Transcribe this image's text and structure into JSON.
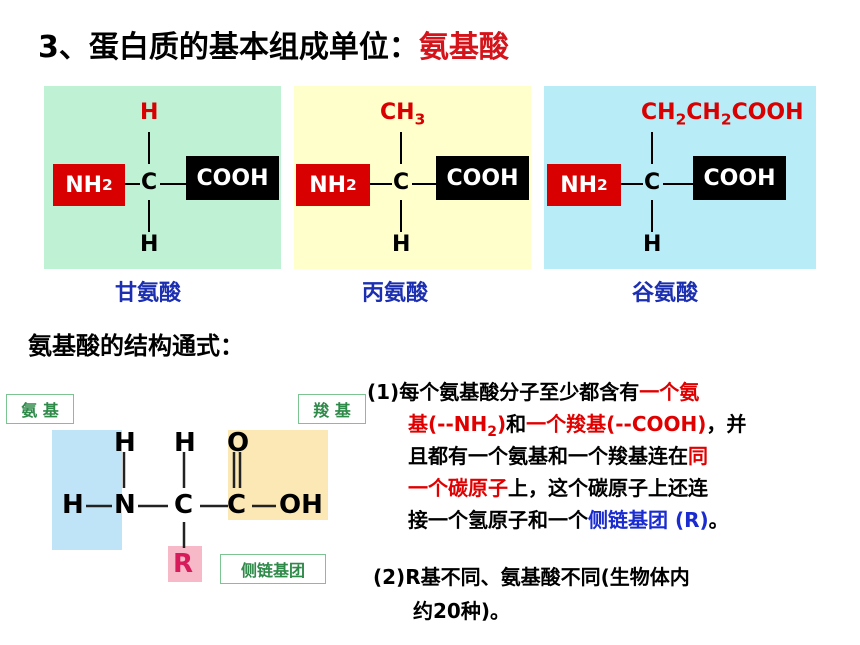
{
  "title": {
    "prefix": "3、蛋白质的基本组成单位：",
    "highlight": "氨基酸"
  },
  "amino_acids": [
    {
      "name": "甘氨酸",
      "r_group": "H",
      "left": "NH",
      "left_sub": "2",
      "right": "COOH",
      "center": "C",
      "bottom": "H"
    },
    {
      "name": "丙氨酸",
      "r_group": "CH",
      "r_sub": "3",
      "left": "NH",
      "left_sub": "2",
      "right": "COOH",
      "center": "C",
      "bottom": "H"
    },
    {
      "name": "谷氨酸",
      "r_group_parts": [
        "CH",
        "2",
        "CH",
        "2",
        "COOH"
      ],
      "left": "NH",
      "left_sub": "2",
      "right": "COOH",
      "center": "C",
      "bottom": "H"
    }
  ],
  "section_title": "氨基酸的结构通式：",
  "diagram": {
    "label_amino": "氨 基",
    "label_carboxyl": "羧 基",
    "label_side": "侧链基团",
    "atoms": {
      "h1": "H",
      "h2": "H",
      "h3": "H",
      "n": "N",
      "c1": "C",
      "c2": "C",
      "o": "O",
      "oh": "OH",
      "r": "R"
    }
  },
  "note1": {
    "num": "(1)",
    "l1a": "每个氨基酸分子至少都含有",
    "l1b": "一个氨",
    "l2a": "基(--NH",
    "l2sub": "2",
    "l2b": ")",
    "l2c": "和",
    "l2d": "一个羧基(--COOH)",
    "l2e": "，并",
    "l3a": "且都有一个氨基和一个羧基连在",
    "l3b": "同",
    "l4a": "一个碳原子",
    "l4b": "上，这个碳原子上还连",
    "l5a": "接一个氢原子和一个",
    "l5b": "侧链基团 (R)",
    "l5c": "。"
  },
  "note2": {
    "l1": "(2)R基不同、氨基酸不同(生物体内",
    "l2": "约20种)。"
  },
  "colors": {
    "red": "#d80000",
    "blue": "#1b2fb0",
    "green_panel": "#bff2d4",
    "yellow_panel": "#ffffcc",
    "cyan_panel": "#b8ecf6"
  }
}
